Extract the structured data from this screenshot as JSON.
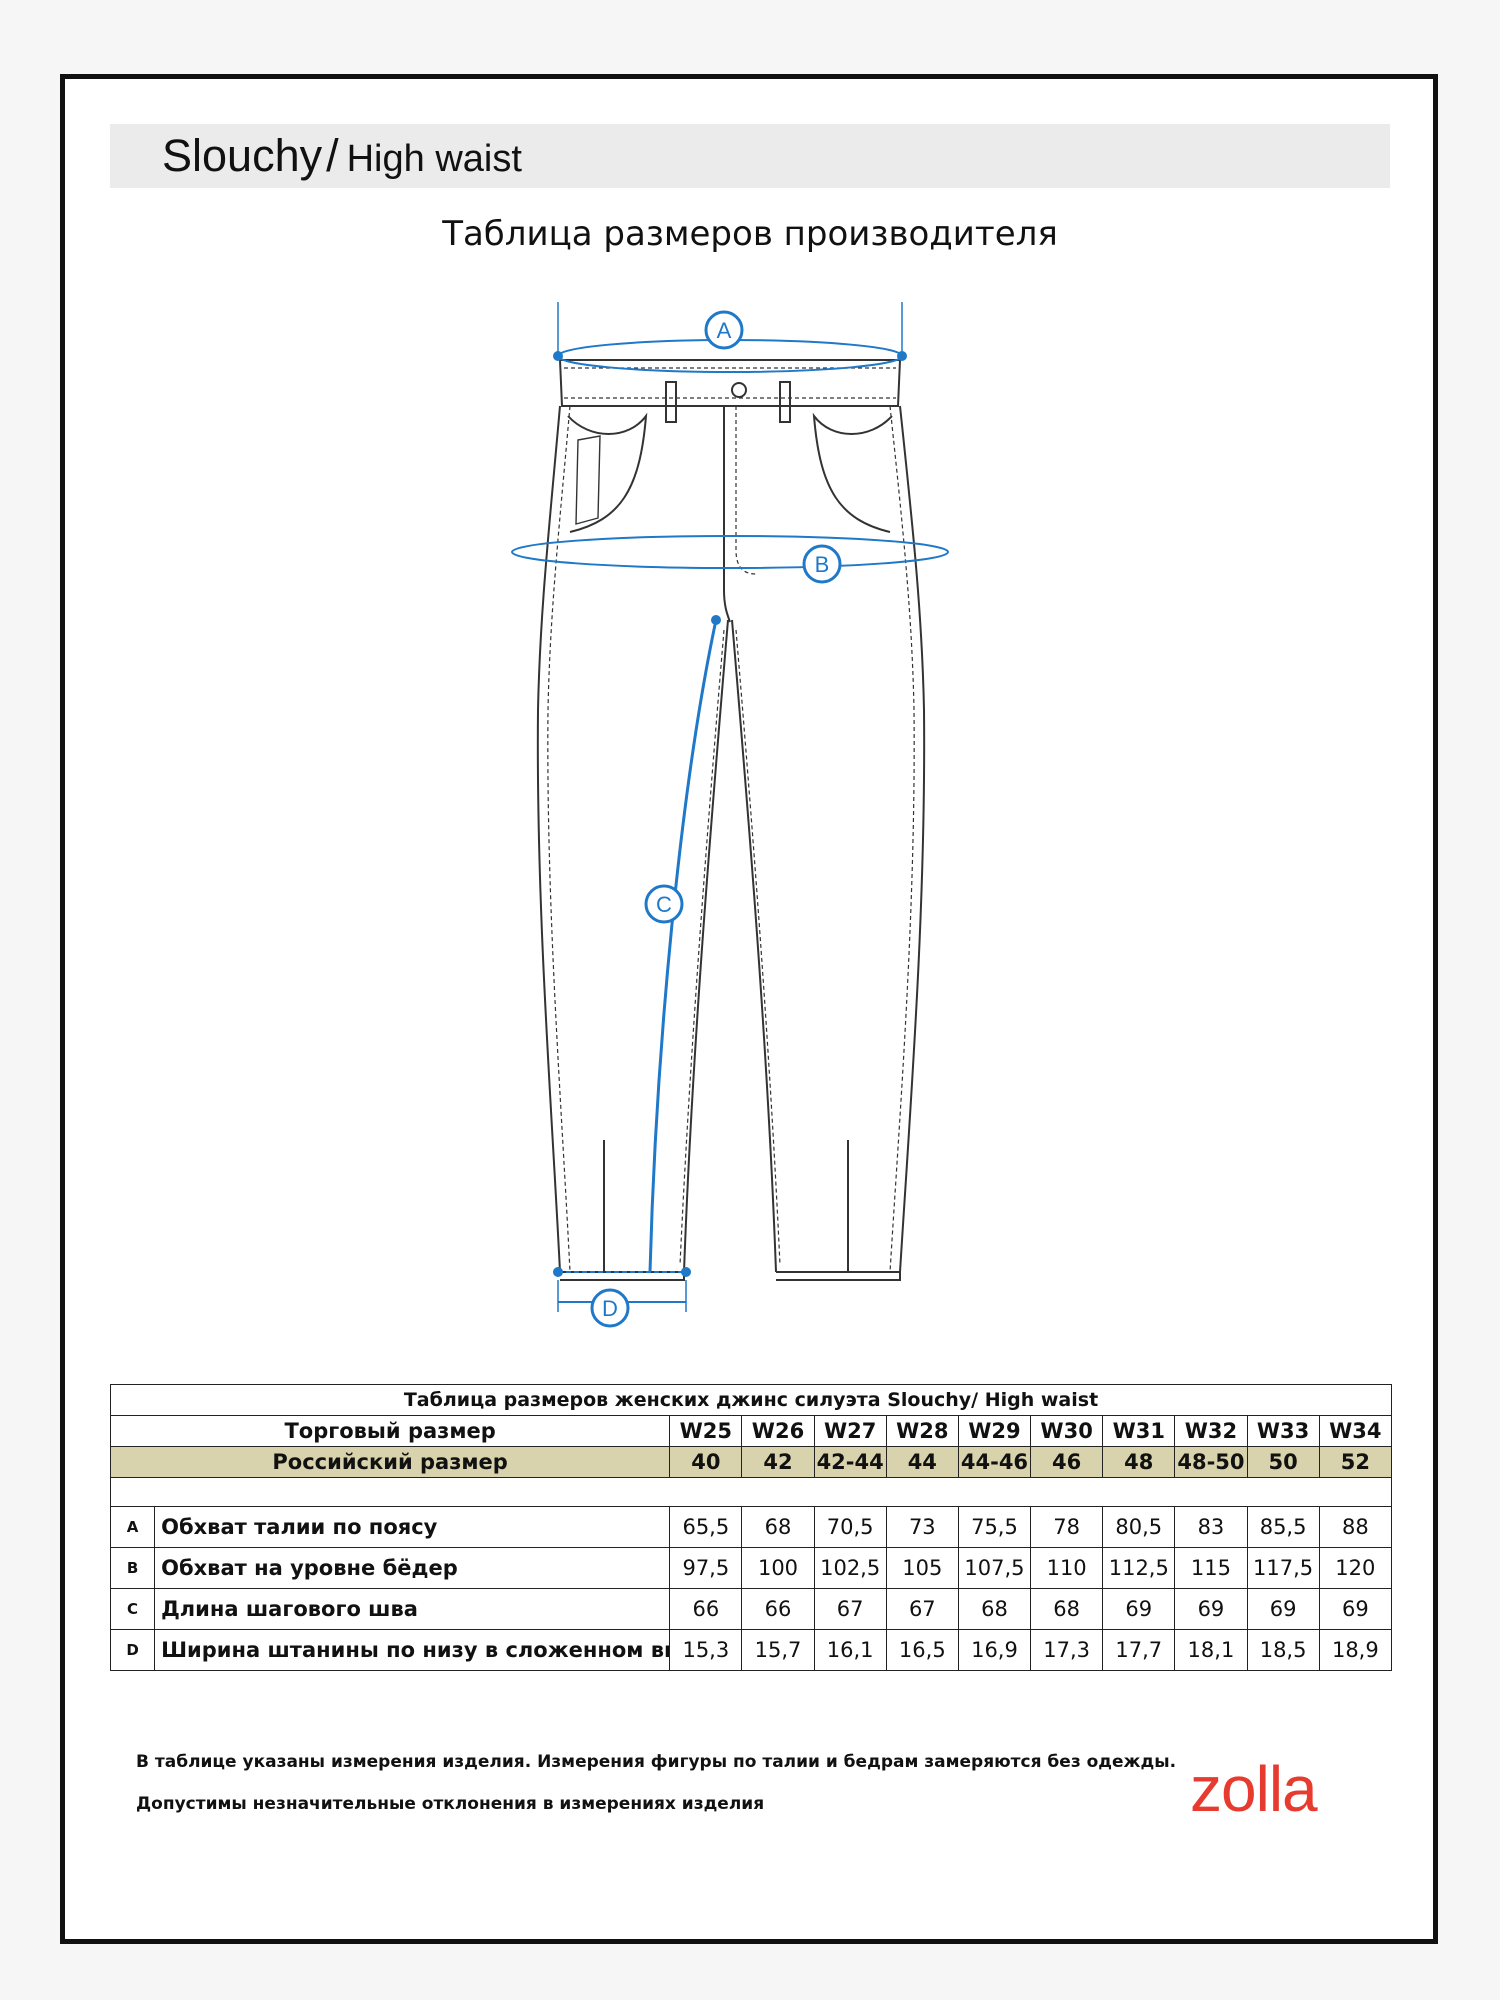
{
  "header": {
    "model": "Slouchy",
    "separator": "/",
    "fit": "High waist"
  },
  "chart_heading": "Таблица размеров производителя",
  "diagram": {
    "labels": [
      "A",
      "B",
      "C",
      "D"
    ],
    "accent_color": "#1f78c8"
  },
  "size_table": {
    "caption": "Таблица размеров женских джинс силуэта Slouchy/ High waist",
    "trade_label": "Торговый размер",
    "trade_sizes": [
      "W25",
      "W26",
      "W27",
      "W28",
      "W29",
      "W30",
      "W31",
      "W32",
      "W33",
      "W34"
    ],
    "russian_label": "Российский размер",
    "russian_sizes": [
      "40",
      "42",
      "42-44",
      "44",
      "44-46",
      "46",
      "48",
      "48-50",
      "50",
      "52"
    ],
    "russian_row_color": "#d8d2ad",
    "measurements": [
      {
        "code": "A",
        "name": "Обхват талии по поясу",
        "values": [
          "65,5",
          "68",
          "70,5",
          "73",
          "75,5",
          "78",
          "80,5",
          "83",
          "85,5",
          "88"
        ]
      },
      {
        "code": "B",
        "name": "Обхват на уровне бёдер",
        "values": [
          "97,5",
          "100",
          "102,5",
          "105",
          "107,5",
          "110",
          "112,5",
          "115",
          "117,5",
          "120"
        ]
      },
      {
        "code": "C",
        "name": "Длина шагового шва",
        "values": [
          "66",
          "66",
          "67",
          "67",
          "68",
          "68",
          "69",
          "69",
          "69",
          "69"
        ]
      },
      {
        "code": "D",
        "name": "Ширина штанины по низу в сложенном виде",
        "values": [
          "15,3",
          "15,7",
          "16,1",
          "16,5",
          "16,9",
          "17,3",
          "17,7",
          "18,1",
          "18,5",
          "18,9"
        ]
      }
    ]
  },
  "notes": [
    "В таблице указаны измерения изделия. Измерения фигуры по талии и бедрам замеряются без одежды.",
    "Допустимы незначительные отклонения в измерениях изделия"
  ],
  "brand": {
    "logo": "zolla",
    "color": "#e63b2e"
  }
}
